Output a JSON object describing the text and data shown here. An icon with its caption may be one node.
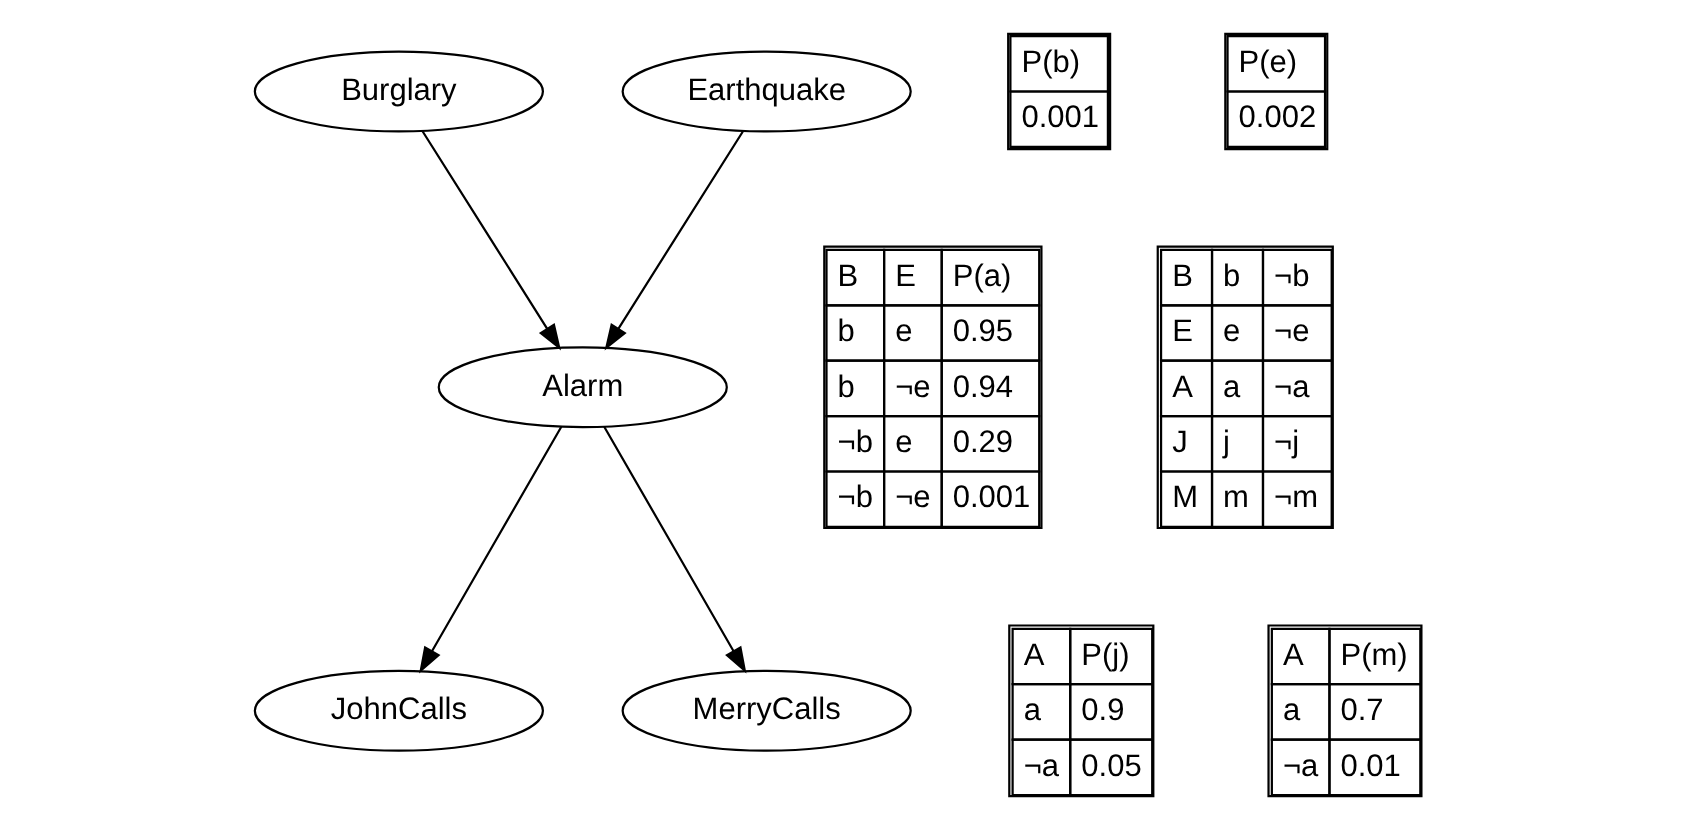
{
  "diagram": {
    "nodes": [
      {
        "text": [
          "Burglary"
        ]
      },
      {
        "text": [
          "Earthquake"
        ]
      },
      {
        "text": [
          "Alarm"
        ]
      },
      {
        "text": [
          "JohnCalls"
        ]
      },
      {
        "text": [
          "MerryCalls"
        ]
      }
    ],
    "edges": [
      {
        "from": 0,
        "to": 2,
        "arrow": "to"
      },
      {
        "from": 1,
        "to": 2,
        "arrow": "to"
      },
      {
        "from": 2,
        "to": 3,
        "arrow": "to"
      },
      {
        "from": 2,
        "to": 4,
        "arrow": "to"
      }
    ],
    "labels": [
      "P(b)",
      "0.001",
      "P(e)",
      "0.002",
      "B",
      "E",
      "P(a)",
      "b",
      "e",
      "0.95",
      "b",
      "¬e",
      "0.94",
      "¬b",
      "e",
      "0.29",
      "¬b",
      "¬e",
      "0.001",
      "B",
      "b",
      "¬b",
      "E",
      "e",
      "¬e",
      "A",
      "a",
      "¬a",
      "J",
      "j",
      "¬j",
      "M",
      "m",
      "¬m",
      "A",
      "P(j)",
      "a",
      "0.9",
      "¬a",
      "0.05",
      "A",
      "P(m)",
      "a",
      "0.7",
      "¬a",
      "0.01"
    ]
  }
}
